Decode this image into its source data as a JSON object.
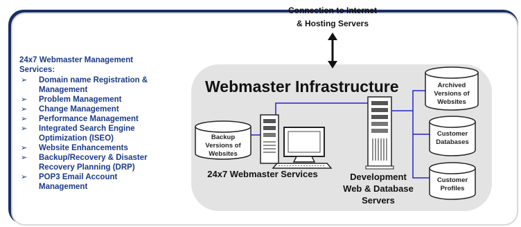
{
  "connection_label": [
    "Connection to Internet",
    "& Hosting Servers"
  ],
  "services": {
    "heading": [
      "24x7 Webmaster Management",
      "Services:"
    ],
    "items": [
      [
        "Domain name Registration &",
        "Management"
      ],
      [
        "Problem Management"
      ],
      [
        "Change Management"
      ],
      [
        "Performance Management"
      ],
      [
        "Integrated Search Engine",
        "Optimization (ISEO)"
      ],
      [
        "Website Enhancements"
      ],
      [
        "Backup/Recovery & Disaster",
        "Recovery Planning (DRP)"
      ],
      [
        "POP3 Email Account",
        "Management"
      ]
    ]
  },
  "infrastructure_title": "Webmaster Infrastructure",
  "webmaster_services_label": "24x7 Webmaster Services",
  "dev_servers_label": [
    "Development",
    "Web & Database",
    "Servers"
  ],
  "databases": {
    "backup": [
      "Backup",
      "Versions of",
      "Websites"
    ],
    "archived": [
      "Archived",
      "Versions of",
      "Websites"
    ],
    "customer_db": [
      "Customer",
      "Databases"
    ],
    "customer_profiles": [
      "Customer",
      "Profiles"
    ]
  },
  "colors": {
    "frame_shadow": "#1b2f63",
    "list_text": "#1a3a8a",
    "panel_bg": "#e3e3e3",
    "connector": "#2222cc"
  },
  "icons": [
    "double-arrow-icon",
    "tower-server-icon",
    "monitor-icon",
    "database-cylinder-icon",
    "chevron-bullet-icon"
  ]
}
